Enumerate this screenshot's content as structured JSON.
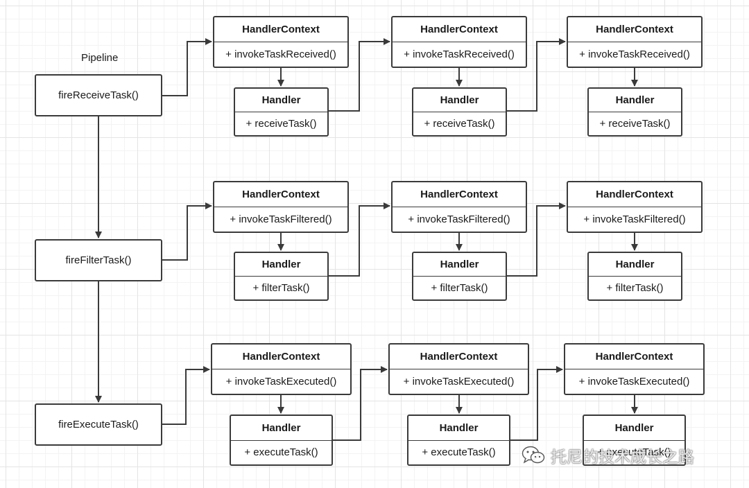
{
  "pipeline": {
    "title": "Pipeline",
    "fire_receive": "fireReceiveTask()",
    "fire_filter": "fireFilterTask()",
    "fire_execute": "fireExecuteTask()"
  },
  "rows": [
    {
      "context_name": "HandlerContext",
      "context_method": "+ invokeTaskReceived()",
      "handler_name": "Handler",
      "handler_method": "+ receiveTask()"
    },
    {
      "context_name": "HandlerContext",
      "context_method": "+ invokeTaskFiltered()",
      "handler_name": "Handler",
      "handler_method": "+ filterTask()"
    },
    {
      "context_name": "HandlerContext",
      "context_method": "+ invokeTaskExecuted()",
      "handler_name": "Handler",
      "handler_method": "+ executeTask()"
    }
  ],
  "watermark": {
    "text": "托尼的技术成长之路",
    "icon": "wechat-icon"
  },
  "colors": {
    "line": "#3a3a3a",
    "background": "#ffffff",
    "grid": "#e4e4e4"
  }
}
